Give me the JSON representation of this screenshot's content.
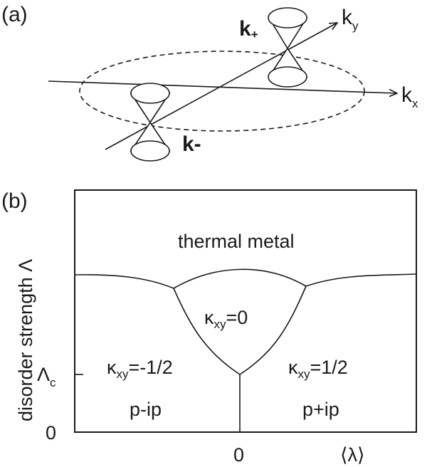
{
  "panel_a": {
    "label": "(a)",
    "kx_label": "k",
    "kx_sub": "x",
    "ky_label": "k",
    "ky_sub": "y",
    "k_plus_label": "k",
    "k_plus_sub": "+",
    "k_minus_label": "k-"
  },
  "panel_b": {
    "label": "(b)",
    "y_axis_label": "disorder strength  Λ",
    "lambda_c_label": "Λ",
    "lambda_c_sub": "c",
    "y_zero": "0",
    "x_zero": "0",
    "x_label": "⟨λ⟩",
    "thermal_metal": "thermal metal",
    "kappa_symbol": "κ",
    "kappa_sub": "xy",
    "kappa_center_value": "=0",
    "kappa_left_value": "=-1/2",
    "kappa_right_value": "=1/2",
    "left_phase": "p-ip",
    "right_phase": "p+ip"
  }
}
